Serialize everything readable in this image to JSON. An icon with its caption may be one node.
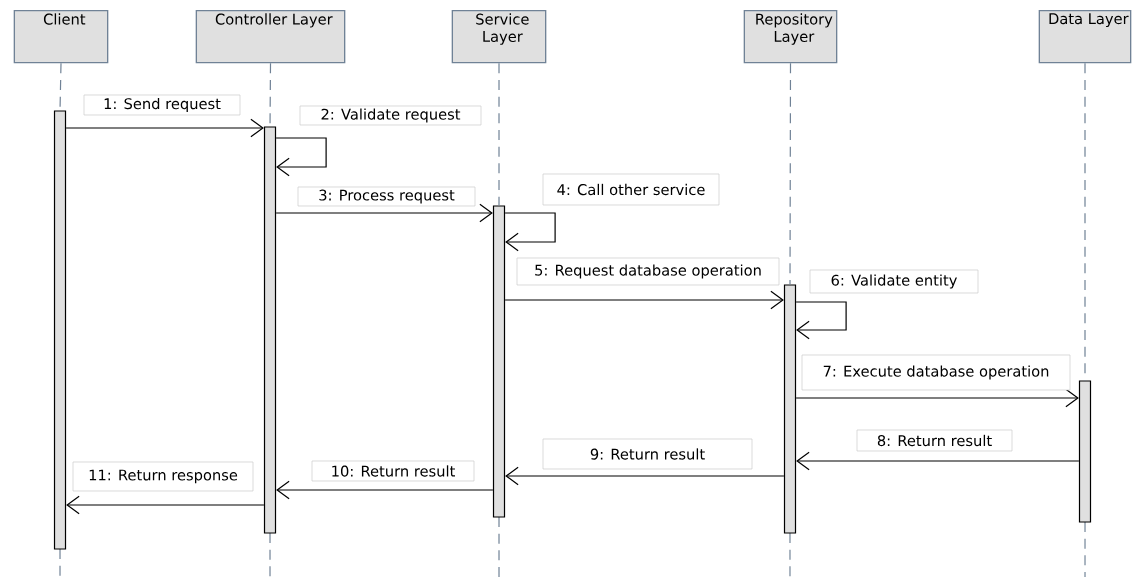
{
  "diagram": {
    "nodes": [
      {
        "text": [
          "Client"
        ]
      },
      {
        "text": [
          "Controller Layer"
        ]
      },
      {
        "text": [
          "Service Layer"
        ]
      },
      {
        "text": [
          "Repository Layer"
        ]
      },
      {
        "text": [
          "Data Layer"
        ]
      },
      {
        "text": [],
        "shape": "bar"
      },
      {
        "text": [],
        "shape": "bar"
      },
      {
        "text": [],
        "shape": "bar"
      },
      {
        "text": [],
        "shape": "bar"
      },
      {
        "text": [],
        "shape": "bar"
      }
    ],
    "edges": [
      {
        "from": 0,
        "to": 5,
        "arrow": "none",
        "style": "dashed",
        "color": "#708296"
      },
      {
        "from": 1,
        "to": 6,
        "arrow": "none",
        "style": "dashed",
        "color": "#708296"
      },
      {
        "from": 2,
        "to": 7,
        "arrow": "none",
        "style": "dashed",
        "color": "#708296"
      },
      {
        "from": 3,
        "to": 8,
        "arrow": "none",
        "style": "dashed",
        "color": "#708296"
      },
      {
        "from": 4,
        "to": 9,
        "arrow": "none",
        "style": "dashed",
        "color": "#708296"
      },
      {
        "from": 5,
        "to": 6,
        "arrow": "to",
        "label": "1: Send request"
      },
      {
        "from": 6,
        "to": 6,
        "arrow": "to",
        "label": "2: Validate request"
      },
      {
        "from": 6,
        "to": 7,
        "arrow": "to",
        "label": "3: Process request"
      },
      {
        "from": 7,
        "to": 7,
        "arrow": "to",
        "label": "4: Call other service"
      },
      {
        "from": 7,
        "to": 8,
        "arrow": "to",
        "label": "5: Request database operation"
      },
      {
        "from": 8,
        "to": 8,
        "arrow": "to",
        "label": "6: Validate entity"
      },
      {
        "from": 8,
        "to": 9,
        "arrow": "to",
        "label": "7: Execute database operation"
      },
      {
        "from": 9,
        "to": 8,
        "arrow": "to",
        "label": "8: Return result"
      },
      {
        "from": 8,
        "to": 7,
        "arrow": "to",
        "label": "9: Return result"
      },
      {
        "from": 7,
        "to": 6,
        "arrow": "to",
        "label": "10: Return result"
      },
      {
        "from": 6,
        "to": 5,
        "arrow": "to",
        "label": "11: Return response"
      }
    ]
  }
}
